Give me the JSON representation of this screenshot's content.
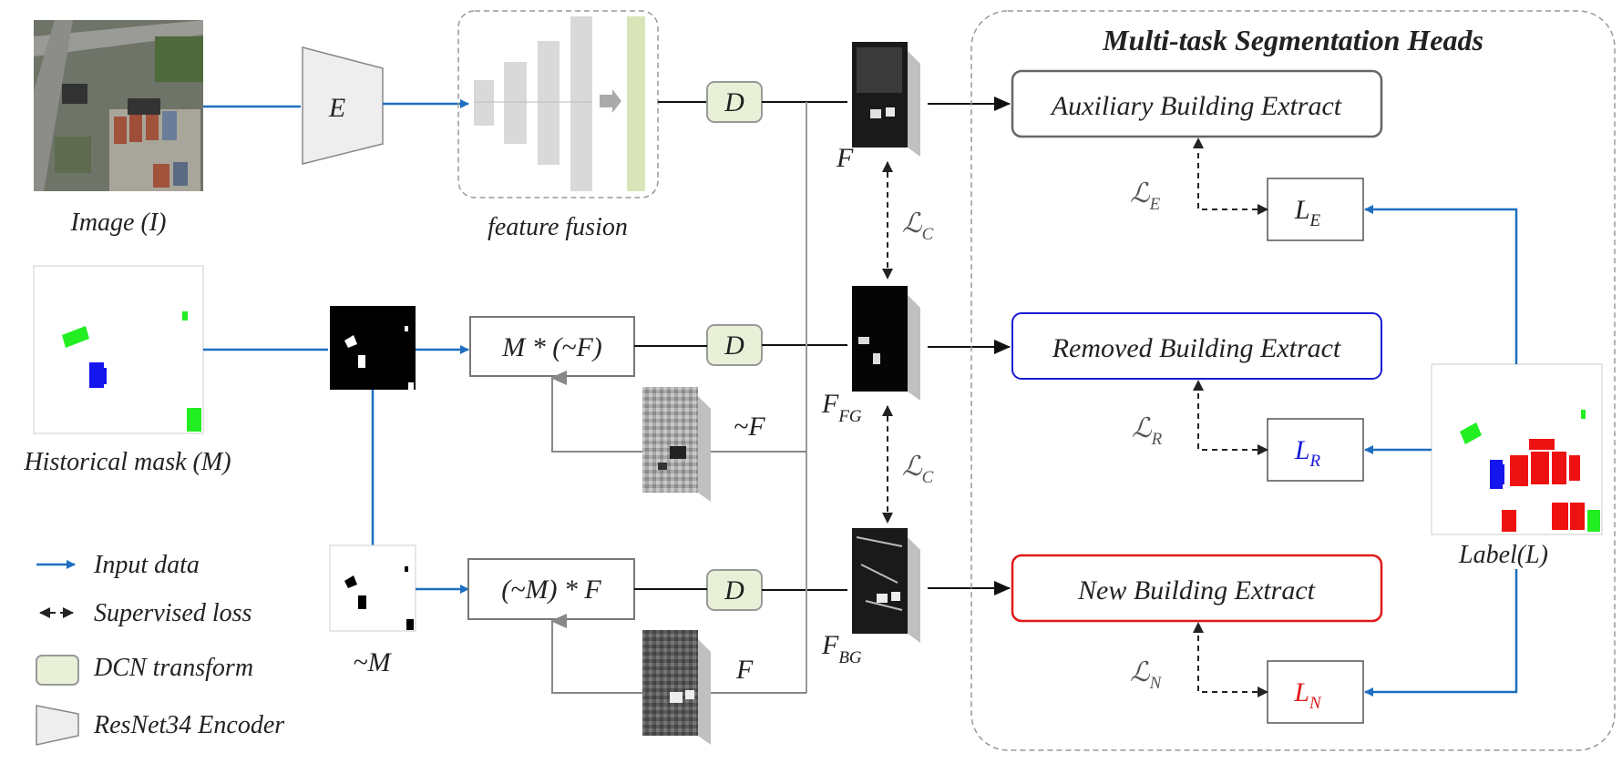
{
  "input": {
    "image_label": "Image (I)",
    "mask_label": "Historical mask (M)",
    "inv_mask_label": "~M"
  },
  "encoder": {
    "label": "E"
  },
  "fusion": {
    "label": "feature fusion"
  },
  "dcn": {
    "label": "D"
  },
  "ops": {
    "masked_inv": "M * (~F)",
    "inv_masked": "(~M) * F"
  },
  "features": {
    "f": "F",
    "f_fg_main": "F",
    "f_fg_sub": "FG",
    "f_bg_main": "F",
    "f_bg_sub": "BG",
    "inv_f": "~F",
    "f_lower": "F"
  },
  "heads": {
    "title": "Multi-task Segmentation Heads",
    "auxiliary": "Auxiliary Building Extract",
    "removed": "Removed Building Extract",
    "new": "New Building Extract"
  },
  "losses": {
    "le_main": "L",
    "le_sub": "E",
    "lr_main": "L",
    "lr_sub": "R",
    "ln_main": "L",
    "ln_sub": "N",
    "script_e_main": "ℒ",
    "script_e_sub": "E",
    "script_r_main": "ℒ",
    "script_r_sub": "R",
    "script_n_main": "ℒ",
    "script_n_sub": "N",
    "script_c1_main": "ℒ",
    "script_c1_sub": "C",
    "script_c2_main": "ℒ",
    "script_c2_sub": "C"
  },
  "label_image": {
    "label": "Label(L)"
  },
  "legend": {
    "input_data": "Input data",
    "supervised_loss": "Supervised loss",
    "dcn_transform": "DCN transform",
    "encoder": "ResNet34 Encoder"
  },
  "colors": {
    "arrow_blue": "#1e6fc0",
    "removed_border": "#1a1ad8",
    "new_border": "#e01818",
    "dcn_fill": "#e8f0d8",
    "building_green": "#22ee22",
    "building_blue": "#1515ee",
    "building_red": "#ee1111",
    "fusion_last_layer": "#d9e5b8"
  }
}
